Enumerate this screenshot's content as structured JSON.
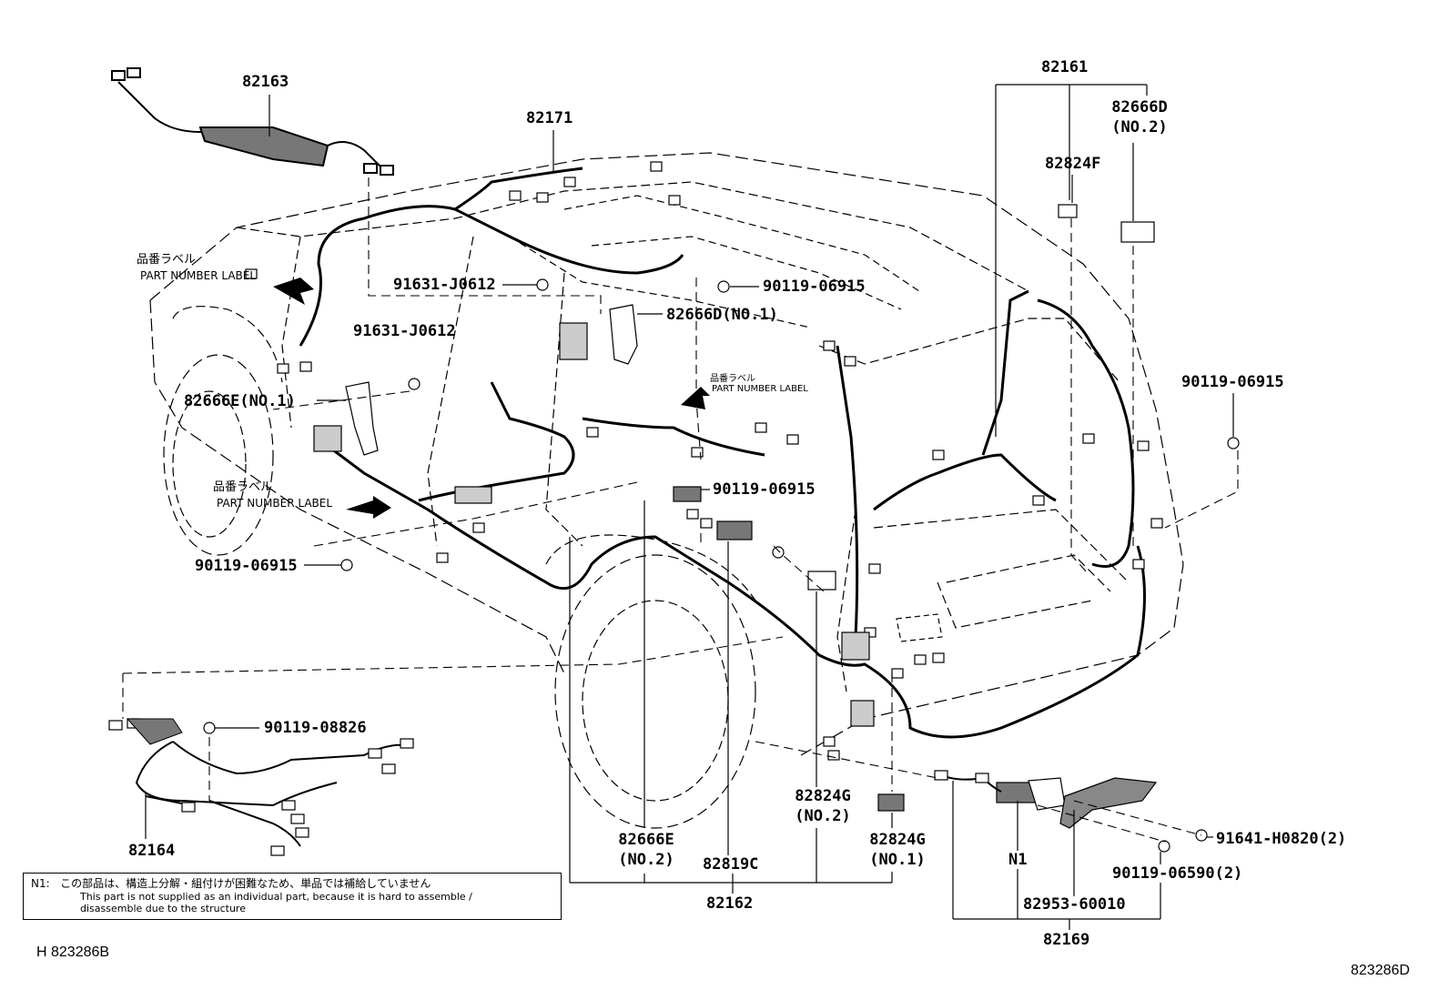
{
  "labels": {
    "p82163": "82163",
    "p82171": "82171",
    "p82161": "82161",
    "p82666d_no2_a": "82666D",
    "p82666d_no2_b": "(NO.2)",
    "p82824f": "82824F",
    "p91631_top": "91631-J0612",
    "p90119_06915_top": "90119-06915",
    "p82666d_no1": "82666D(NO.1)",
    "p91631_mid": "91631-J0612",
    "p82666e_no1": "82666E(NO.1)",
    "p90119_06915_right": "90119-06915",
    "p90119_06915_center": "90119-06915",
    "p90119_06915_left": "90119-06915",
    "p90119_08826": "90119-08826",
    "p82164": "82164",
    "p82666e_no2_a": "82666E",
    "p82666e_no2_b": "(NO.2)",
    "p82819c": "82819C",
    "p82824g_no2_a": "82824G",
    "p82824g_no2_b": "(NO.2)",
    "p82824g_no1_a": "82824G",
    "p82824g_no1_b": "(NO.1)",
    "p82162": "82162",
    "p91641": "91641-H0820(2)",
    "p90119_06590": "90119-06590(2)",
    "pN1": "N1",
    "p82953": "82953-60010",
    "p82169": "82169"
  },
  "part_number_label": {
    "jp": "品番ラベル",
    "en": "PART NUMBER LABEL"
  },
  "note": {
    "tag": "N1:",
    "jp": "この部品は、構造上分解・組付けが困難なため、単品では補給していません",
    "en1": "This part is not supplied as an individual part, because it is hard to assemble /",
    "en2": "disassemble due to the structure"
  },
  "codes": {
    "bottom_left": "H 823286B",
    "bottom_right": "823286D"
  }
}
